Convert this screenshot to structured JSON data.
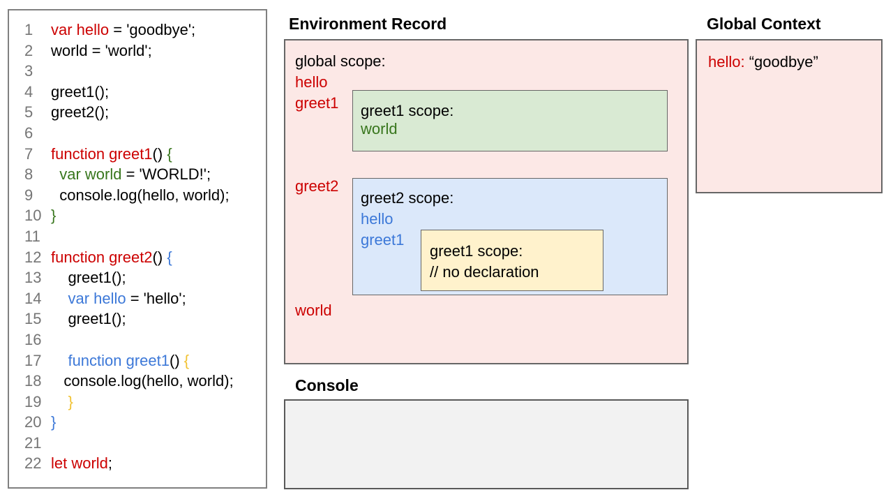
{
  "colors": {
    "pink_fill": "#fce8e6",
    "green_fill": "#d9ead3",
    "blue_fill": "#dbe8fa",
    "yellow_fill": "#fff2cc",
    "console_fill": "#f2f2f2",
    "box_border": "#666666",
    "panel_border": "#808080",
    "line_number_gray": "#757575",
    "code": {
      "red": "#cc0000",
      "black": "#000000",
      "green": "#38761d",
      "blue": "#3c78d8",
      "orange": "#f1c232"
    }
  },
  "code": {
    "lines": [
      {
        "num": "1",
        "segments": [
          {
            "t": "var hello",
            "c": "red"
          },
          {
            "t": " = 'goodbye';",
            "c": "black"
          }
        ]
      },
      {
        "num": "2",
        "segments": [
          {
            "t": "world = 'world';",
            "c": "black"
          }
        ]
      },
      {
        "num": "3",
        "segments": []
      },
      {
        "num": "4",
        "segments": [
          {
            "t": "greet1();",
            "c": "black"
          }
        ]
      },
      {
        "num": "5",
        "segments": [
          {
            "t": "greet2();",
            "c": "black"
          }
        ]
      },
      {
        "num": "6",
        "segments": []
      },
      {
        "num": "7",
        "segments": [
          {
            "t": "function greet1",
            "c": "red"
          },
          {
            "t": "() ",
            "c": "black"
          },
          {
            "t": "{",
            "c": "green"
          }
        ]
      },
      {
        "num": "8",
        "segments": [
          {
            "t": "  ",
            "c": "black"
          },
          {
            "t": "var world",
            "c": "green"
          },
          {
            "t": " = 'WORLD!';",
            "c": "black"
          }
        ]
      },
      {
        "num": "9",
        "segments": [
          {
            "t": "  console.log(hello, world);",
            "c": "black"
          }
        ]
      },
      {
        "num": "10",
        "segments": [
          {
            "t": "}",
            "c": "green"
          }
        ]
      },
      {
        "num": "11",
        "segments": []
      },
      {
        "num": "12",
        "segments": [
          {
            "t": "function greet2",
            "c": "red"
          },
          {
            "t": "() ",
            "c": "black"
          },
          {
            "t": "{",
            "c": "blue"
          }
        ]
      },
      {
        "num": "13",
        "segments": [
          {
            "t": "    greet1();",
            "c": "black"
          }
        ]
      },
      {
        "num": "14",
        "segments": [
          {
            "t": "    ",
            "c": "black"
          },
          {
            "t": "var hello",
            "c": "blue"
          },
          {
            "t": " = 'hello';",
            "c": "black"
          }
        ]
      },
      {
        "num": "15",
        "segments": [
          {
            "t": "    greet1();",
            "c": "black"
          }
        ]
      },
      {
        "num": "16",
        "segments": []
      },
      {
        "num": "17",
        "segments": [
          {
            "t": "    ",
            "c": "black"
          },
          {
            "t": "function greet1",
            "c": "blue"
          },
          {
            "t": "() ",
            "c": "black"
          },
          {
            "t": "{",
            "c": "orange"
          }
        ]
      },
      {
        "num": "18",
        "segments": [
          {
            "t": "   console.log(hello, world);",
            "c": "black"
          }
        ]
      },
      {
        "num": "19",
        "segments": [
          {
            "t": "    ",
            "c": "black"
          },
          {
            "t": "}",
            "c": "orange"
          }
        ]
      },
      {
        "num": "20",
        "segments": [
          {
            "t": "}",
            "c": "blue"
          }
        ]
      },
      {
        "num": "21",
        "segments": []
      },
      {
        "num": "22",
        "segments": [
          {
            "t": "let world",
            "c": "red"
          },
          {
            "t": ";",
            "c": "black"
          }
        ]
      }
    ]
  },
  "environment": {
    "title": "Environment Record",
    "global_scope": {
      "label": "global scope:",
      "vars": [
        "hello",
        "greet1",
        "greet2",
        "world"
      ]
    },
    "greet1_scope": {
      "label": "greet1 scope:",
      "vars": [
        "world"
      ]
    },
    "greet2_scope": {
      "label": "greet2 scope:",
      "vars": [
        "hello",
        "greet1"
      ]
    },
    "nested_greet1_scope": {
      "label": "greet1 scope:",
      "comment": "// no declaration"
    }
  },
  "global_context": {
    "title": "Global Context",
    "entry_key": "hello:",
    "entry_value": " “goodbye”"
  },
  "console": {
    "title": "Console"
  }
}
